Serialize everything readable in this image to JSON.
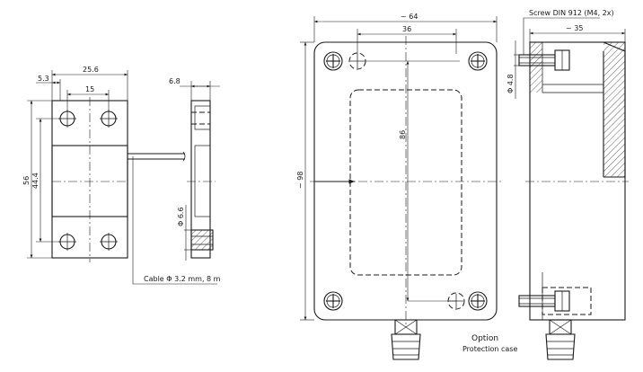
{
  "sensor": {
    "dims": {
      "d_5_3": "5.3",
      "d_25_6": "25.6",
      "d_15": "15",
      "d_56": "56",
      "d_44_4": "44.4",
      "d_6_8": "6.8",
      "d_6_6": "Φ 6.6"
    },
    "cable": "Cable Φ 3.2 mm, 8 m"
  },
  "case": {
    "dims": {
      "d_64": "~ 64",
      "d_36": "36",
      "d_86": "86",
      "d_98": "~ 98",
      "d_35": "~ 35",
      "d_4_8": "Φ 4.8"
    },
    "screw": "Screw DIN 912 (M4, 2x)",
    "option_title": "Option",
    "option_subtitle": "Protection case"
  }
}
